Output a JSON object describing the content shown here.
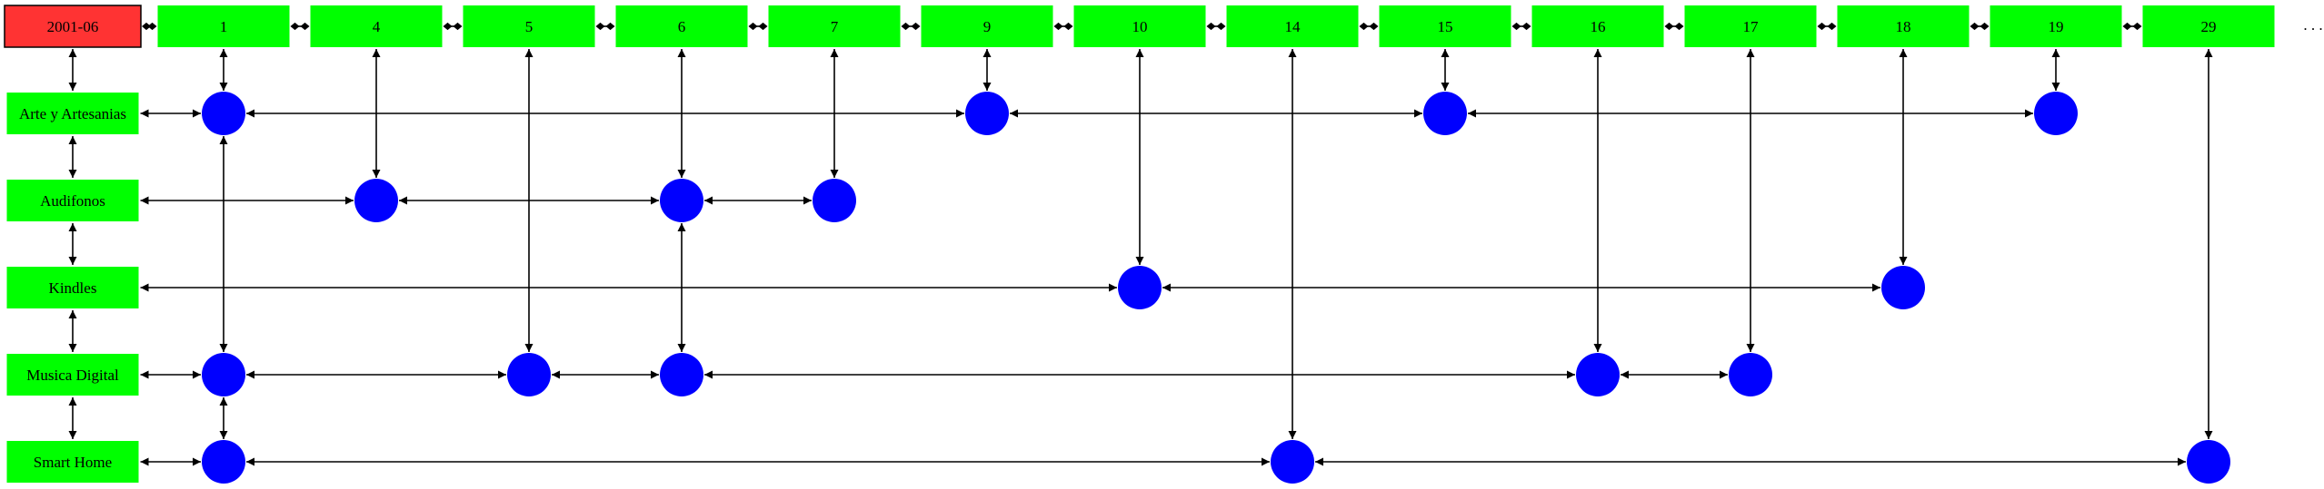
{
  "header": {
    "root_label": "2001-06",
    "columns": [
      "1",
      "4",
      "5",
      "6",
      "7",
      "9",
      "10",
      "14",
      "15",
      "16",
      "17",
      "18",
      "19",
      "29"
    ],
    "trailing": ". . ."
  },
  "rows": [
    {
      "label": "Arte y Artesanias",
      "nodes": [
        "1",
        "9",
        "15",
        "19"
      ]
    },
    {
      "label": "Audifonos",
      "nodes": [
        "4",
        "6",
        "7"
      ]
    },
    {
      "label": "Kindles",
      "nodes": [
        "10",
        "18"
      ]
    },
    {
      "label": "Musica Digital",
      "nodes": [
        "1",
        "5",
        "6",
        "16",
        "17"
      ]
    },
    {
      "label": "Smart Home",
      "nodes": [
        "1",
        "14",
        "29"
      ]
    }
  ],
  "colors": {
    "root_fill": "#ff3333",
    "box_fill": "#00ff00",
    "node_fill": "#0000ff",
    "edge": "#000000"
  }
}
